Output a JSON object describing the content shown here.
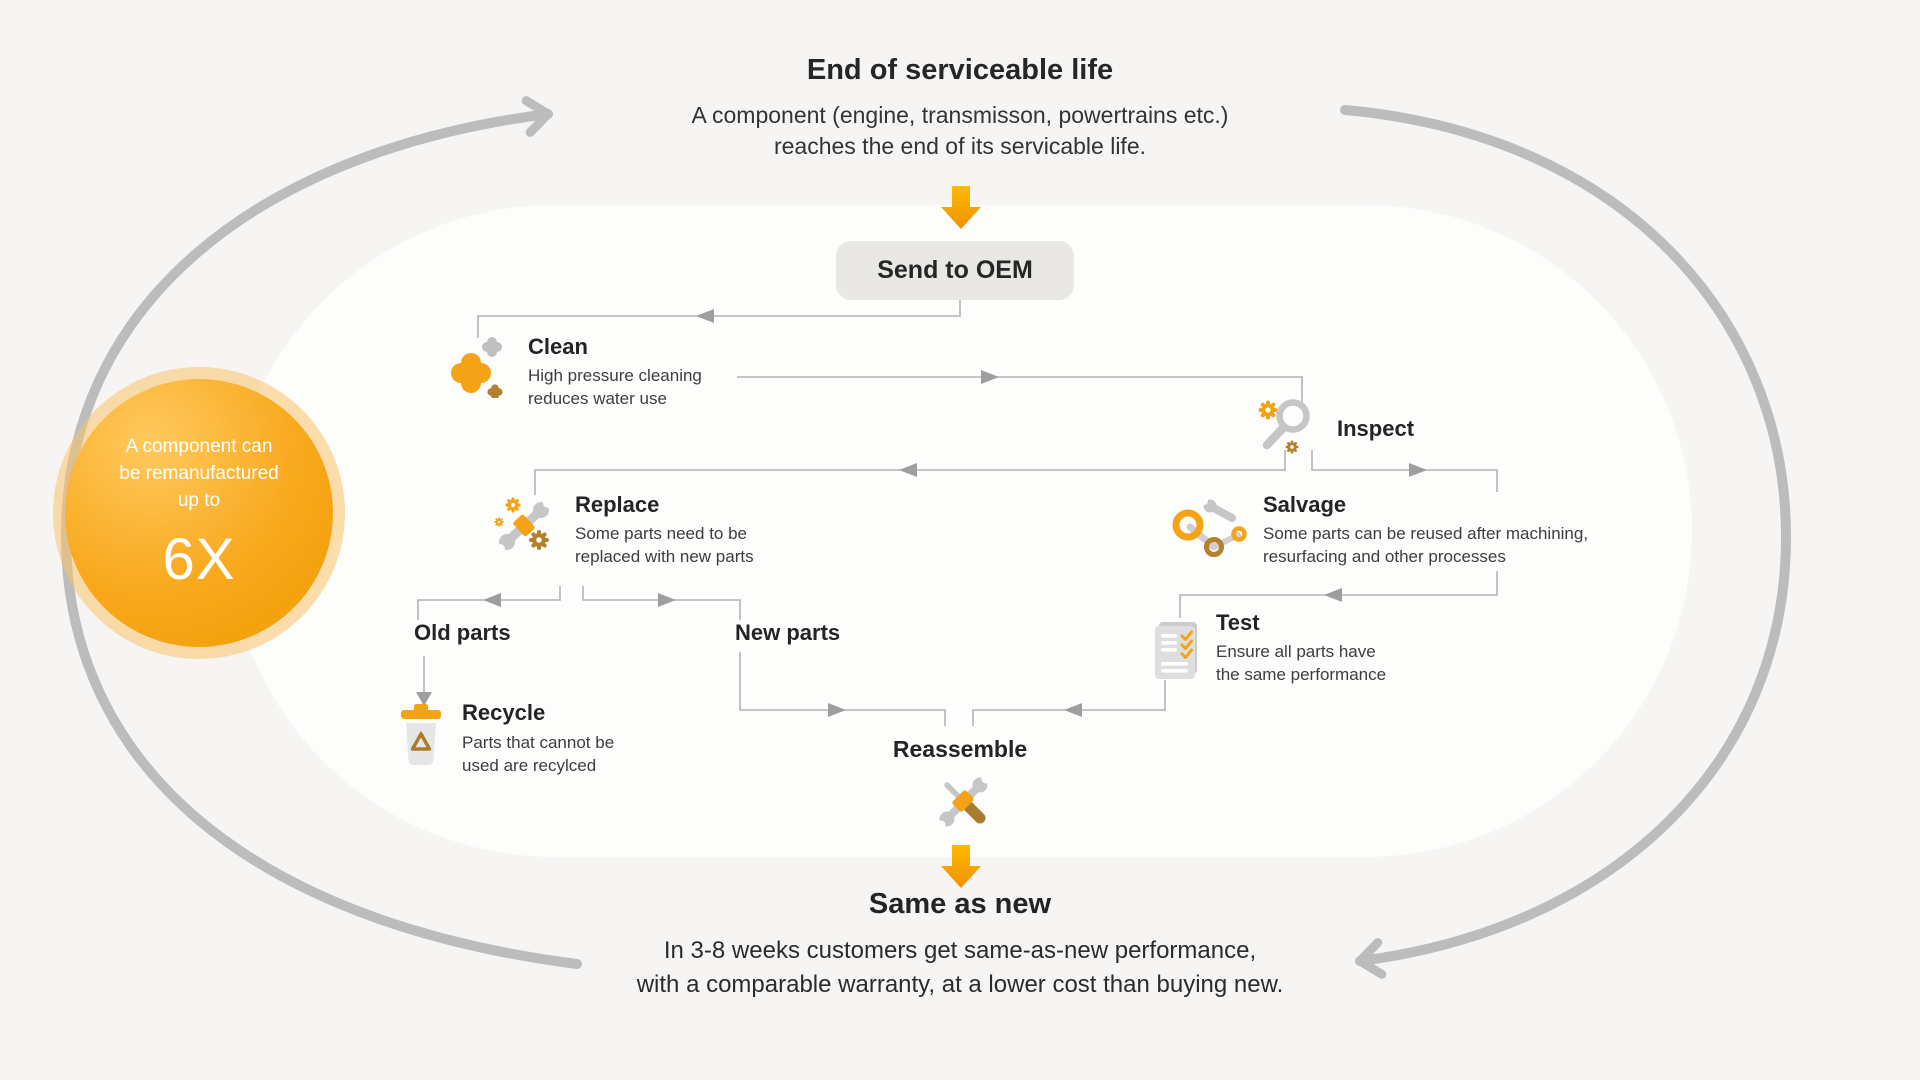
{
  "palette": {
    "background": "#f6f5f3",
    "panel": "#fdfdfc",
    "accent_orange": "#f4a317",
    "accent_brown": "#b4802e",
    "arc_gray": "#bcbcbc",
    "connector_gray": "#b3b3b3",
    "button_bg": "#e9e8e5",
    "text_dark": "#262626"
  },
  "header": {
    "title": "End of serviceable life",
    "subtitle_line1": "A component (engine, transmisson, powertrains etc.)",
    "subtitle_line2": "reaches the end of its servicable life."
  },
  "oem": {
    "label": "Send to OEM"
  },
  "badge": {
    "line1": "A component can",
    "line2": "be remanufactured",
    "line3": "up to",
    "value": "6X"
  },
  "nodes": {
    "clean": {
      "title": "Clean",
      "desc_line1": "High pressure cleaning",
      "desc_line2": "reduces water use"
    },
    "inspect": {
      "title": "Inspect"
    },
    "replace": {
      "title": "Replace",
      "desc_line1": "Some parts need to be",
      "desc_line2": "replaced with new parts"
    },
    "salvage": {
      "title": "Salvage",
      "desc_line1": "Some parts can be reused after machining,",
      "desc_line2": "resurfacing and other processes"
    },
    "old_parts": {
      "title": "Old parts"
    },
    "new_parts": {
      "title": "New parts"
    },
    "test": {
      "title": "Test",
      "desc_line1": "Ensure all parts have",
      "desc_line2": "the same performance"
    },
    "recycle": {
      "title": "Recycle",
      "desc_line1": "Parts that cannot be",
      "desc_line2": "used are recylced"
    },
    "reassemble": {
      "title": "Reassemble"
    }
  },
  "footer": {
    "title": "Same as new",
    "line1": "In 3-8 weeks customers get same-as-new performance,",
    "line2": "with a comparable warranty, at a lower cost than buying new."
  },
  "icons": {
    "clean": "sparkle-clean-icon",
    "inspect": "magnifier-gears-icon",
    "replace": "wrench-gears-icon",
    "salvage": "crank-rings-wrench-icon",
    "test": "checklist-icon",
    "recycle": "trash-recycle-icon",
    "reassemble": "crossed-tools-icon"
  }
}
